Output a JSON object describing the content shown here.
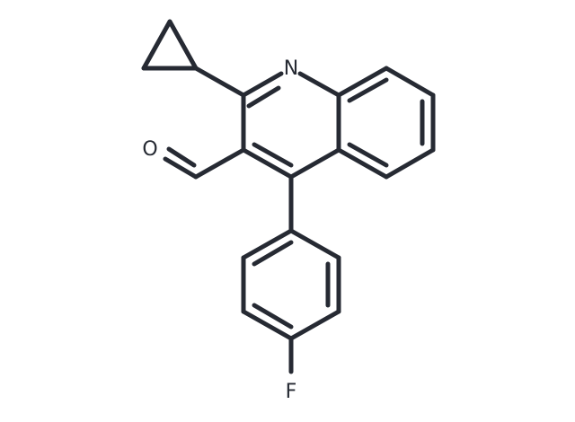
{
  "molecule": {
    "atoms": {
      "nitrogen": "N",
      "oxygen": "O",
      "fluorine": "F"
    },
    "colors": {
      "bond": "#262a33",
      "background": "#ffffff"
    }
  }
}
